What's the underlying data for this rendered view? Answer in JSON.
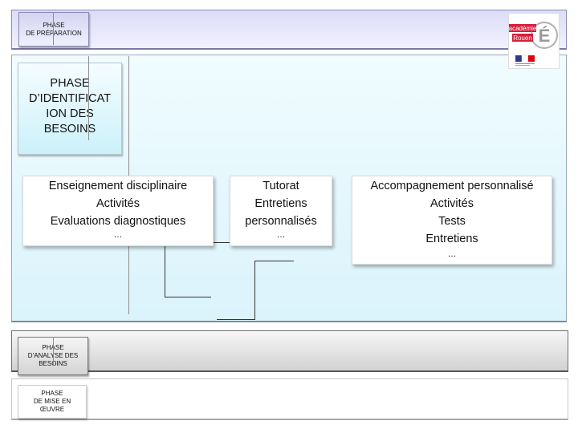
{
  "phases": {
    "preparation": "PHASE\nDE PRÉPARATION",
    "identification": "PHASE\nD’IDENTIFICAT\nION DES\nBESOINS",
    "analyse": "PHASE\nD’ANALYSE DES\nBESOINS",
    "mise_en_oeuvre": "PHASE\nDE MISE EN\nŒUVRE"
  },
  "cards": {
    "enseignement": {
      "title": "Enseignement disciplinaire",
      "items": [
        "Activités",
        "Evaluations diagnostiques",
        "…"
      ]
    },
    "tutorat": {
      "title": "Tutorat",
      "items": [
        "Entretiens",
        "personnalisés",
        "…"
      ]
    },
    "accompagnement": {
      "title": "Accompagnement personnalisé",
      "items": [
        "Activités",
        "Tests",
        "Entretiens",
        "…"
      ]
    }
  },
  "logo": {
    "line1": "académie",
    "line2": "Rouen",
    "letter": "É"
  },
  "colors": {
    "logo_red": "#d81e3c",
    "flag_blue": "#2b3a8a",
    "flag_red": "#e1000f"
  }
}
